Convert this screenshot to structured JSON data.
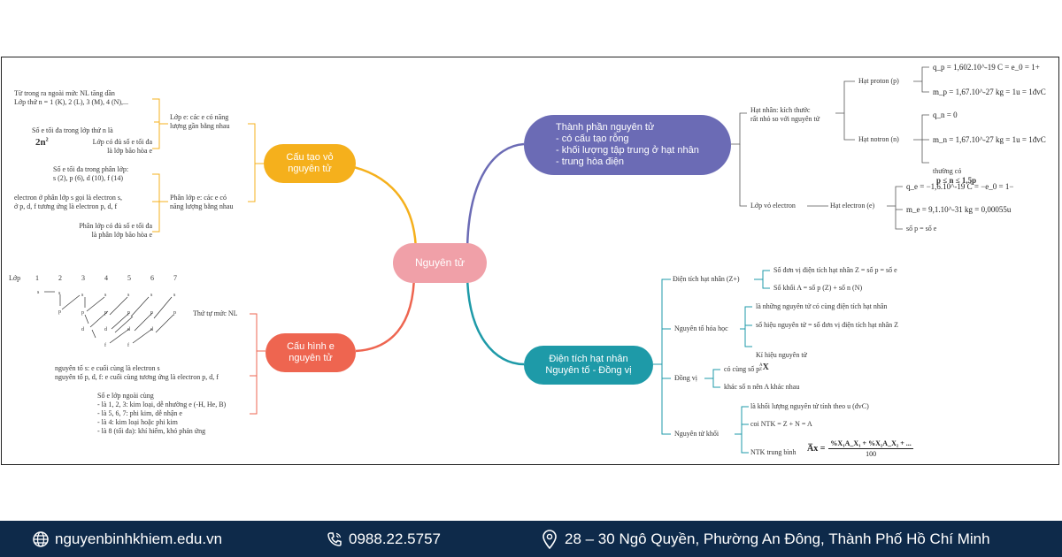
{
  "center": {
    "label": "Nguyên tử",
    "color": "#f0a0a8"
  },
  "branches": {
    "cau_tao": {
      "label": "Cấu tạo vỏ\nnguyên tử",
      "color": "#f5b01c"
    },
    "cau_hinh": {
      "label": "Cấu hình e\nnguyên tử",
      "color": "#ee6550"
    },
    "thanh_phan": {
      "label": "Thành phần nguyên tử\n- có cấu tạo rỗng\n- khối lượng tập trung ở hạt nhân\n- trung hòa điện",
      "color": "#6b6bb5"
    },
    "dien_tich": {
      "label": "Điện tích hạt nhân\nNguyên tố - Đồng vị",
      "color": "#1e9aa8"
    }
  },
  "cau_tao": {
    "lop": "Lớp e: các e có năng\nlượng gần bằng nhau",
    "lop_items": [
      "Từ trong ra ngoài mức NL tăng dần\nLớp thứ n = 1 (K), 2 (L), 3 (M), 4 (N),...",
      "Số e tối đa trong lớp thứ n là",
      "Lớp có đủ số e tối đa\nlà lớp bão hòa e"
    ],
    "lop_formula": "2n",
    "lop_formula_sup": "2",
    "phan_lop": "Phân lớp e: các e có\nnăng lượng bằng nhau",
    "phan_lop_items": [
      "Số e tối đa trong phân lớp:\ns (2), p (6), d (10), f (14)",
      "electron ở phân lớp s gọi là electron s,\nở p, d, f tương ứng là electron p, d, f",
      "Phân lớp có đủ số e tối đa\nlà phân lớp bão hòa e"
    ]
  },
  "cau_hinh": {
    "thu_tu": "Thứ tự mức NL",
    "lop_label": "Lớp",
    "lop_numbers": [
      "1",
      "2",
      "3",
      "4",
      "5",
      "6",
      "7"
    ],
    "nguyen_to": "nguyên tố s: e cuối cùng là electron s\nnguyên tố p, d, f: e cuối cùng tương ứng là electron p, d, f",
    "lop_ngoai": "Số e lớp ngoài cùng\n- là 1, 2, 3: kim loại, dễ nhường e (-H, He, B)\n- là 5, 6, 7: phi kim, dễ nhận e\n- là 4: kim loại hoặc phi kim\n- là 8 (tối đa): khí hiếm, khó phản ứng"
  },
  "thanh_phan": {
    "hat_nhan": "Hạt nhân: kích thước\nrất nhỏ so với nguyên tử",
    "proton": "Hạt proton (p)",
    "proton_q": "q_p = 1,602.10^-19 C = e_0 = 1+",
    "proton_m": "m_p = 1,67.10^-27 kg = 1u = 1đvC",
    "notron": "Hạt notron (n)",
    "notron_q": "q_n = 0",
    "notron_m": "m_n = 1,67.10^-27 kg = 1u = 1đvC",
    "thuong_co": "thường có",
    "thuong_co_f": "p ≤ n ≤ 1,5p",
    "vo": "Lớp vỏ electron",
    "electron": "Hạt electron (e)",
    "electron_q": "q_e = −1,6.10^-19 C = −e_0 = 1−",
    "electron_m": "m_e = 9,1.10^-31 kg = 0,00055u",
    "so_p": "số p = số e"
  },
  "dien_tich": {
    "dthn": "Điện tích hạt nhân (Z+)",
    "dthn_items": [
      "Số đơn vị điện tích hạt nhân Z = số p = số e",
      "Số khối A = số p (Z) + số n (N)"
    ],
    "nthh": "Nguyên tố hóa học",
    "nthh_items": [
      "là những nguyên tử có cùng điện tích hạt nhân",
      "số hiệu nguyên tử = số đơn vị điện tích hạt nhân Z",
      "Kí hiệu nguyên tử"
    ],
    "nthh_symbol": "X",
    "nthh_symbol_sup": "A",
    "nthh_symbol_sub": "Z",
    "dong_vi": "Đồng vị",
    "dong_vi_items": [
      "có cùng số p",
      "khác số n nên A khác nhau"
    ],
    "ntk": "Nguyên tử khối",
    "ntk_items": [
      "là khối lượng nguyên tử tính theo u (đvC)",
      "coi NTK = Z + N = A",
      "NTK trung bình"
    ],
    "ntk_formula_top": "%X₁A_X₁ + %X₂A_X₂ + ...",
    "ntk_formula_bottom": "100",
    "ntk_formula_lhs": "A̅x ="
  },
  "footer": {
    "website": "nguyenbinhkhiem.edu.vn",
    "phone": "0988.22.5757",
    "address": "28 – 30 Ngô Quyền, Phường An Đông, Thành Phố Hồ Chí Minh"
  }
}
